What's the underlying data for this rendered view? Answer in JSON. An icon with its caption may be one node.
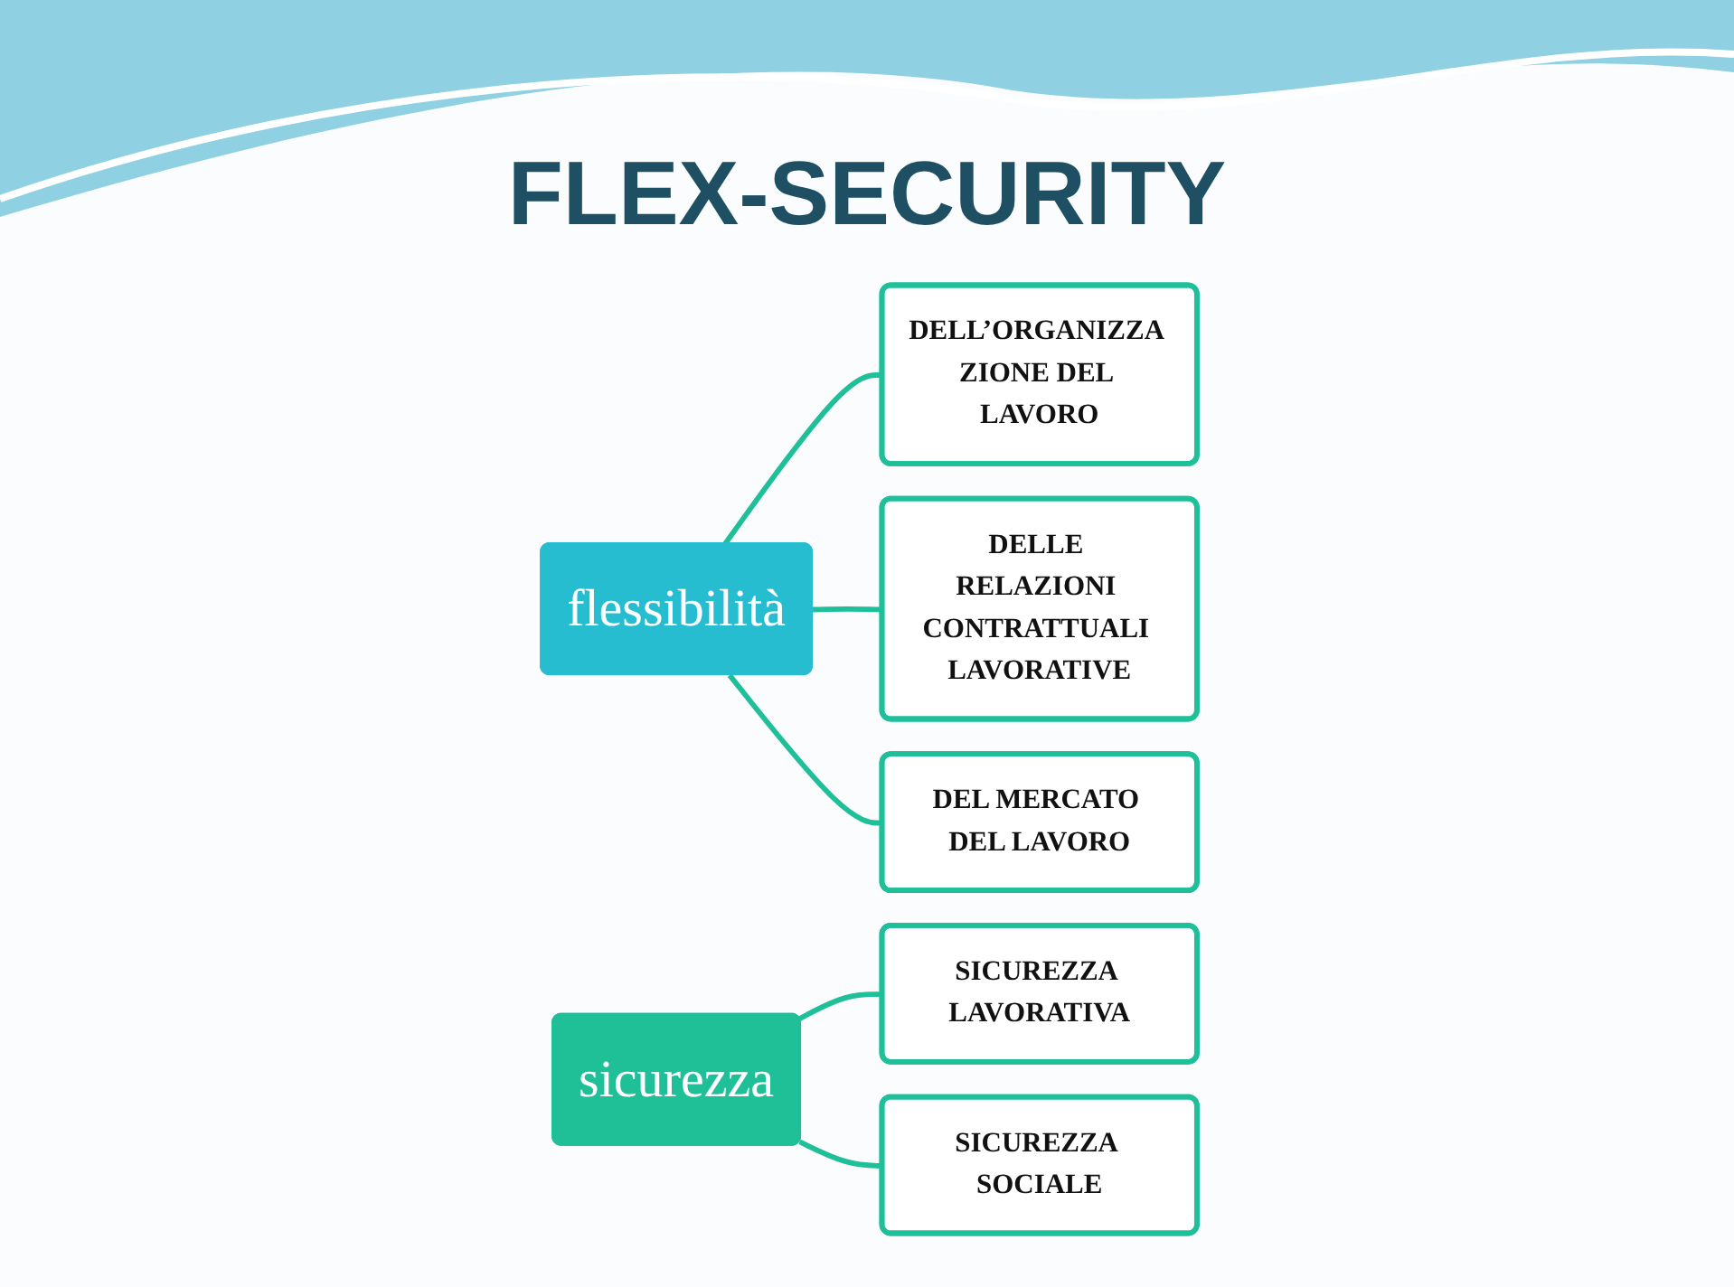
{
  "diagram": {
    "title": "FLEX-SECURITY",
    "nodes": [
      {
        "text": [
          "flessibilità"
        ]
      },
      {
        "text": [
          "DELL’ORGANIZZA ZIONE DEL LAVORO"
        ]
      },
      {
        "text": [
          "DELLE RELAZIONI CONTRATTUALI LAVORATIVE"
        ]
      },
      {
        "text": [
          "DEL MERCATO DEL LAVORO"
        ]
      },
      {
        "text": [
          "sicurezza"
        ]
      },
      {
        "text": [
          "SICUREZZA LAVORATIVA"
        ]
      },
      {
        "text": [
          "SICUREZZA SOCIALE"
        ]
      }
    ],
    "edges": [
      {
        "from": 0,
        "to": 1,
        "arrow": "none"
      },
      {
        "from": 0,
        "to": 2,
        "arrow": "none"
      },
      {
        "from": 0,
        "to": 3,
        "arrow": "none"
      },
      {
        "from": 4,
        "to": 5,
        "arrow": "none"
      },
      {
        "from": 4,
        "to": 6,
        "arrow": "none"
      }
    ]
  }
}
